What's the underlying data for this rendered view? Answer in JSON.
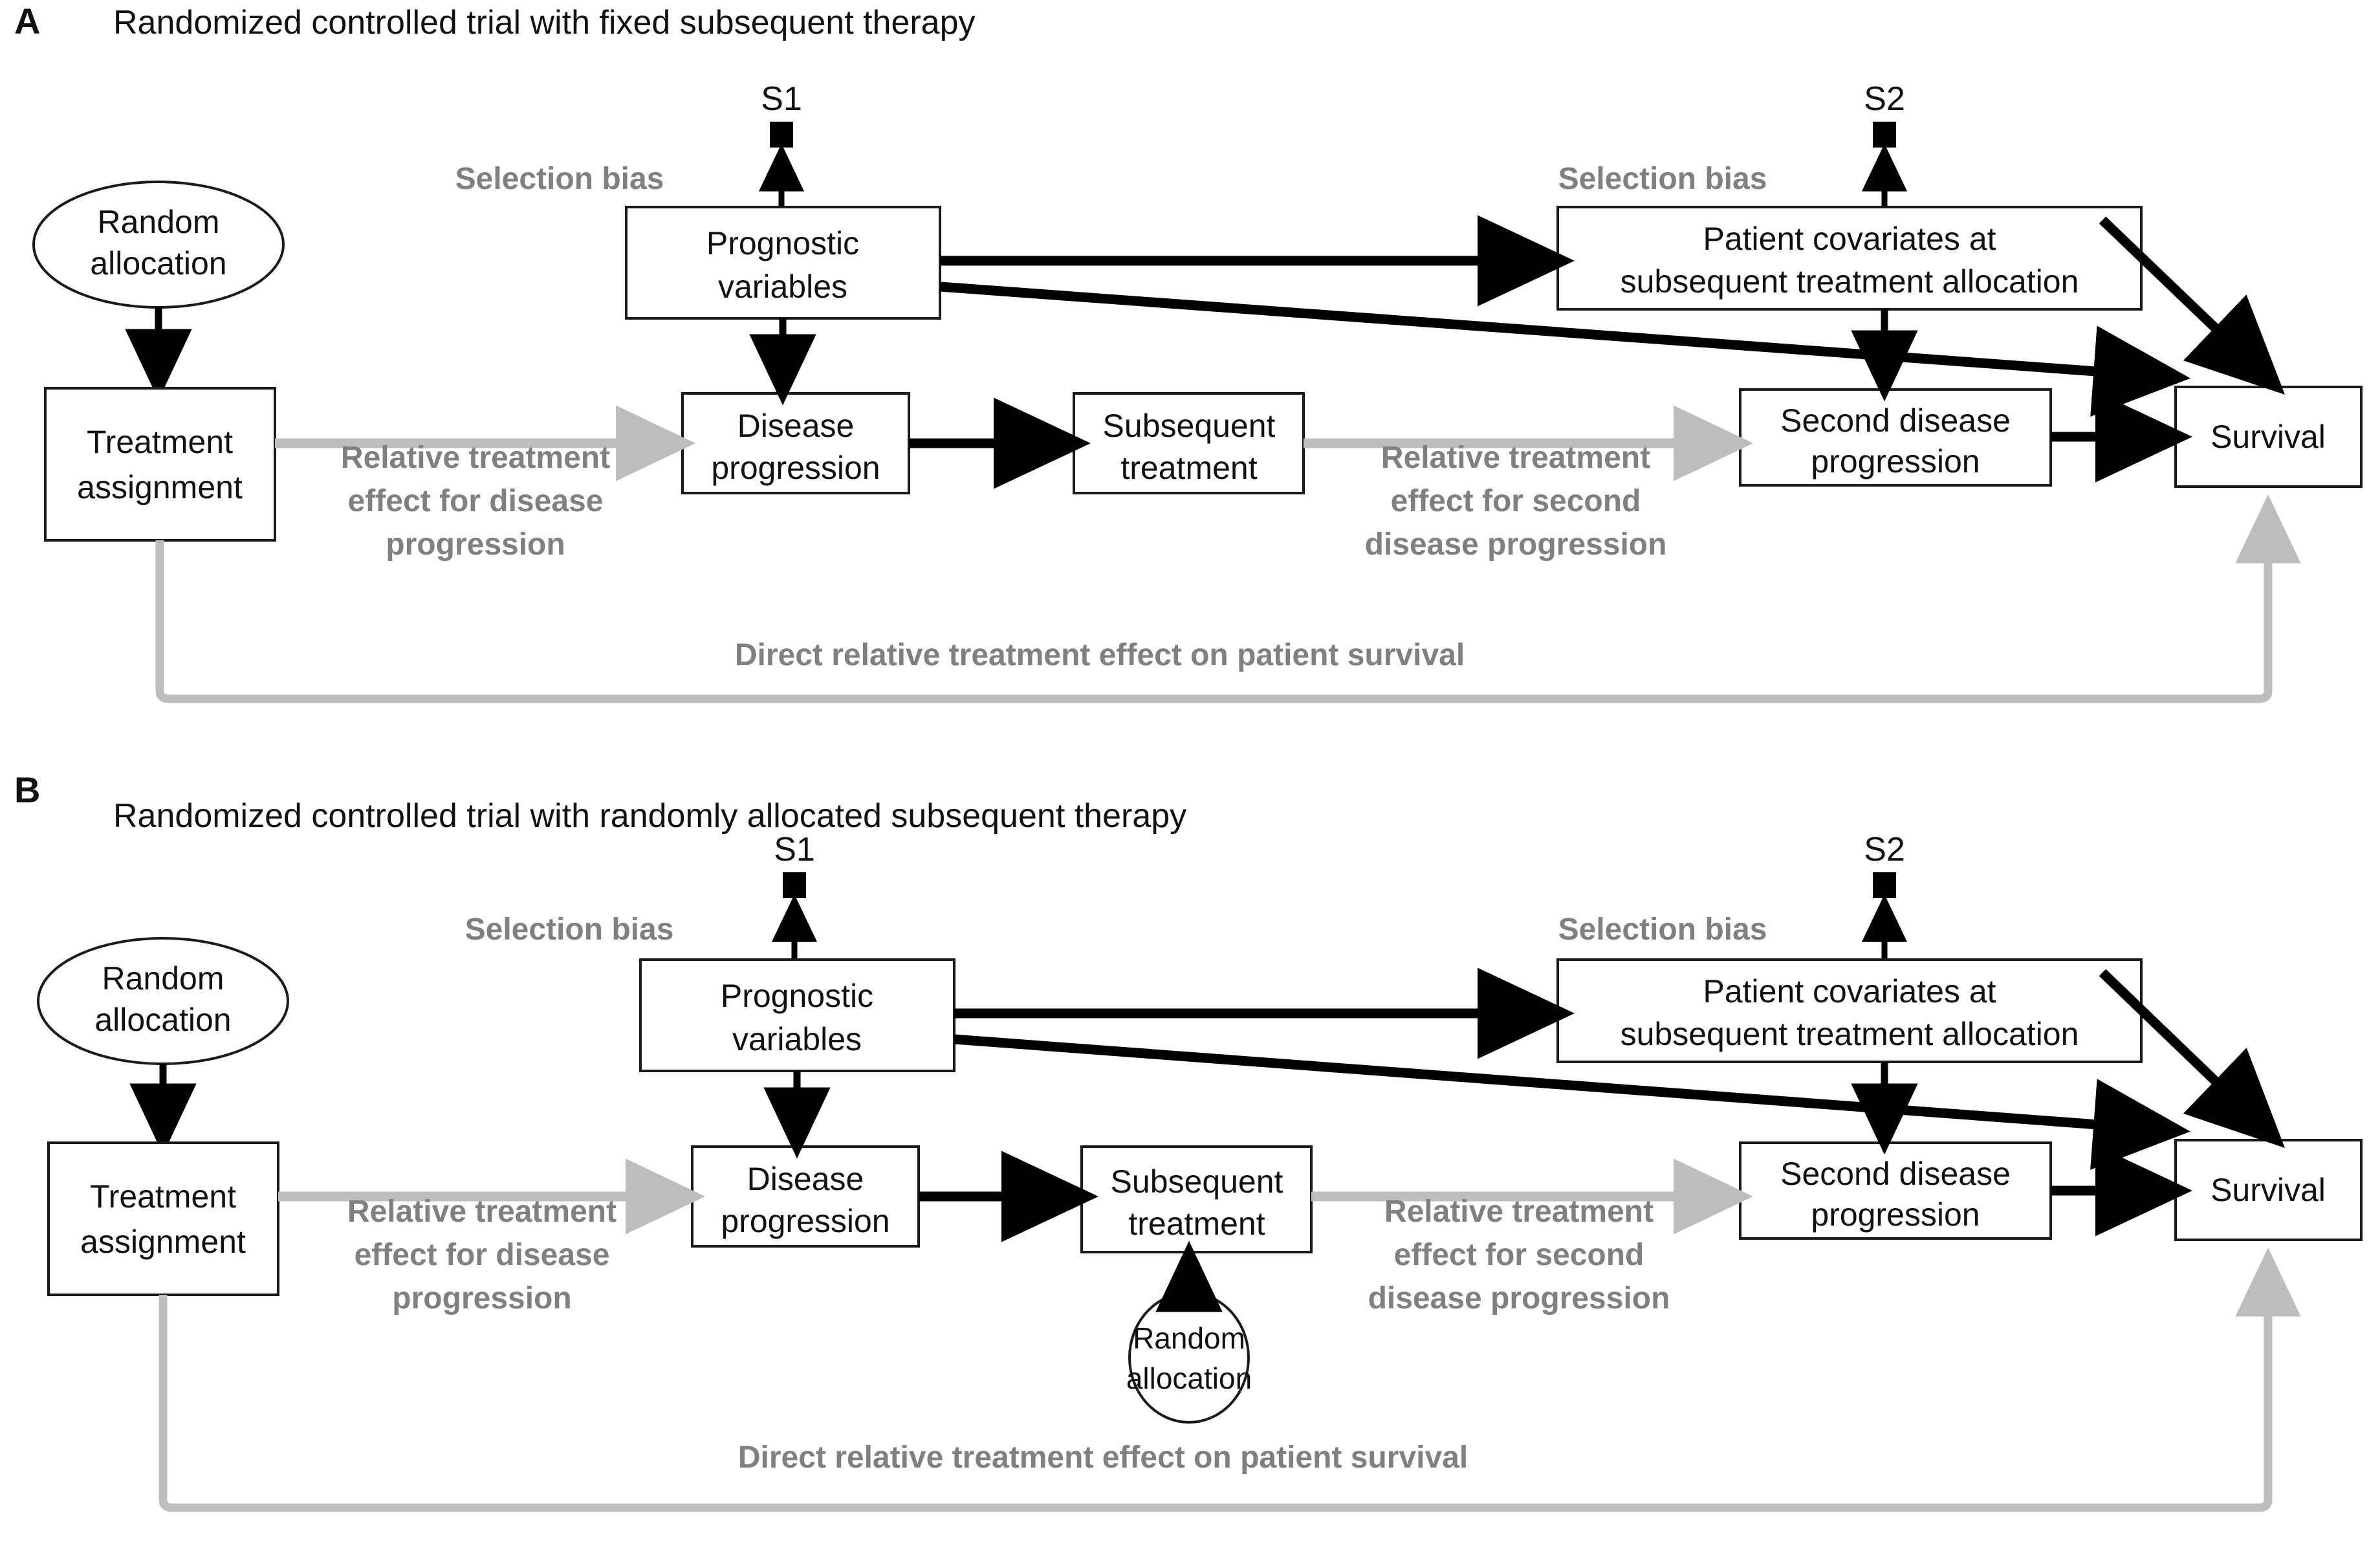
{
  "figure": {
    "panels": [
      {
        "letter": "A",
        "title": "Randomized controlled trial with fixed subsequent therapy",
        "nodes": {
          "random_allocation": "Random\nallocation",
          "random_allocation_l1": "Random",
          "random_allocation_l2": "allocation",
          "treatment_assignment_l1": "Treatment",
          "treatment_assignment_l2": "assignment",
          "prognostic_variables_l1": "Prognostic",
          "prognostic_variables_l2": "variables",
          "disease_progression_l1": "Disease",
          "disease_progression_l2": "progression",
          "subsequent_treatment_l1": "Subsequent",
          "subsequent_treatment_l2": "treatment",
          "patient_covariates_l1": "Patient covariates at",
          "patient_covariates_l2": "subsequent treatment allocation",
          "second_disease_progression_l1": "Second disease",
          "second_disease_progression_l2": "progression",
          "survival": "Survival"
        },
        "selection_nodes": {
          "s1": "S1",
          "s2": "S2"
        },
        "edge_labels": {
          "selection_bias_1": "Selection bias",
          "selection_bias_2": "Selection bias",
          "rel_effect_1_l1": "Relative treatment",
          "rel_effect_1_l2": "effect for disease",
          "rel_effect_1_l3": "progression",
          "rel_effect_2_l1": "Relative treatment",
          "rel_effect_2_l2": "effect for second",
          "rel_effect_2_l3": "disease progression",
          "direct_effect": "Direct relative treatment effect on patient survival"
        }
      },
      {
        "letter": "B",
        "title": "Randomized controlled trial with randomly allocated subsequent therapy",
        "nodes": {
          "random_allocation_l1": "Random",
          "random_allocation_l2": "allocation",
          "treatment_assignment_l1": "Treatment",
          "treatment_assignment_l2": "assignment",
          "prognostic_variables_l1": "Prognostic",
          "prognostic_variables_l2": "variables",
          "disease_progression_l1": "Disease",
          "disease_progression_l2": "progression",
          "subsequent_treatment_l1": "Subsequent",
          "subsequent_treatment_l2": "treatment",
          "random_allocation2_l1": "Random",
          "random_allocation2_l2": "allocation",
          "patient_covariates_l1": "Patient covariates at",
          "patient_covariates_l2": "subsequent treatment allocation",
          "second_disease_progression_l1": "Second disease",
          "second_disease_progression_l2": "progression",
          "survival": "Survival"
        },
        "selection_nodes": {
          "s1": "S1",
          "s2": "S2"
        },
        "edge_labels": {
          "selection_bias_1": "Selection bias",
          "selection_bias_2": "Selection bias",
          "rel_effect_1_l1": "Relative treatment",
          "rel_effect_1_l2": "effect for disease",
          "rel_effect_1_l3": "progression",
          "rel_effect_2_l1": "Relative treatment",
          "rel_effect_2_l2": "effect for second",
          "rel_effect_2_l3": "disease progression",
          "direct_effect": "Direct relative treatment effect on patient survival"
        }
      }
    ],
    "colors": {
      "causal_edge": "#000000",
      "treatment_effect_edge": "#bdbdbd",
      "gray_text": "#808080",
      "node_stroke": "#1a1a1a",
      "background": "#ffffff"
    }
  }
}
